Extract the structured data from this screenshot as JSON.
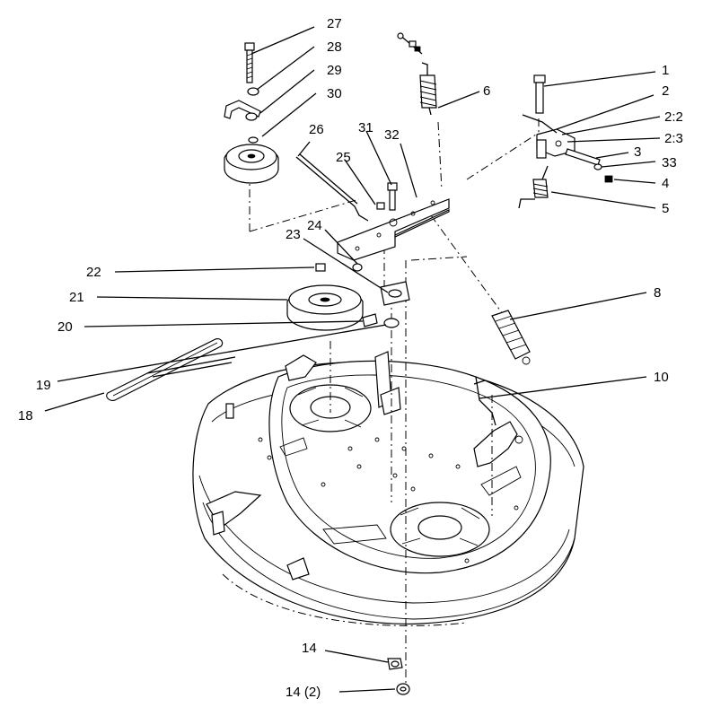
{
  "callouts": {
    "c1": "1",
    "c2": "2",
    "c2_2": "2:2",
    "c2_3": "2:3",
    "c3": "3",
    "c33": "33",
    "c4": "4",
    "c5": "5",
    "c6": "6",
    "c8": "8",
    "c10": "10",
    "c14a": "14",
    "c14b": "14 (2)",
    "c18": "18",
    "c19": "19",
    "c20": "20",
    "c21": "21",
    "c22": "22",
    "c23": "23",
    "c24": "24",
    "c25": "25",
    "c26": "26",
    "c27": "27",
    "c28": "28",
    "c29": "29",
    "c30": "30",
    "c31": "31",
    "c32": "32"
  }
}
